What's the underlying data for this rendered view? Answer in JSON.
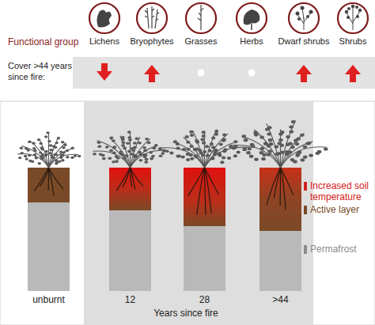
{
  "diagram": {
    "nodes": [
      {
        "text": [
          "Lichens"
        ]
      },
      {
        "text": [
          "Bryophytes"
        ]
      },
      {
        "text": [
          "Grasses"
        ]
      },
      {
        "text": [
          "Herbs"
        ]
      },
      {
        "text": [
          "Dwarf shrubs"
        ]
      },
      {
        "text": [
          "Shrubs"
        ]
      },
      {
        "text": [
          "unburnt"
        ]
      },
      {
        "text": [
          "12"
        ]
      },
      {
        "text": [
          "28"
        ]
      },
      {
        "text": [
          ">44"
        ]
      }
    ],
    "labels": [
      "Functional group",
      "Cover >44 years since fire:",
      "Years since fire"
    ],
    "legend": [
      {
        "text": "Increased soil temperature",
        "color": "#d42020"
      },
      {
        "text": "Active layer",
        "color": "#7a4a28"
      },
      {
        "text": "Permafrost",
        "color": "#8a8a8a"
      }
    ]
  }
}
